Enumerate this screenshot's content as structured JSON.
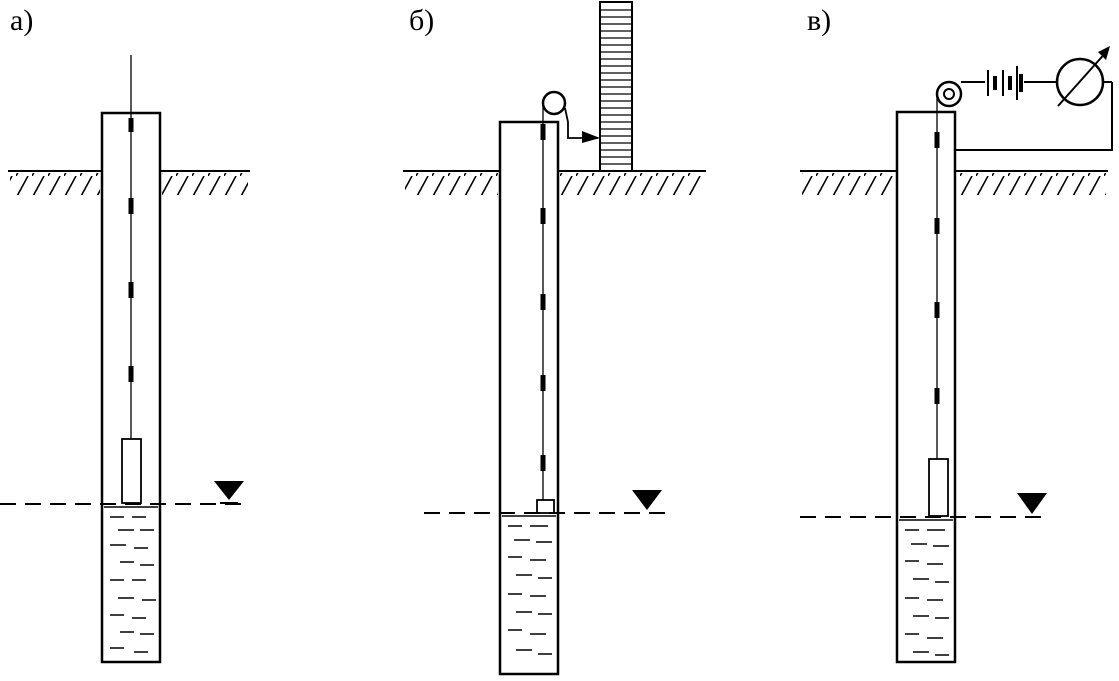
{
  "panels": [
    {
      "id": "a",
      "label": "а)"
    },
    {
      "id": "b",
      "label": "б)"
    },
    {
      "id": "c",
      "label": "в)"
    }
  ],
  "colors": {
    "ink": "#000000",
    "paper": "#ffffff"
  },
  "symbols": {
    "water_level": "water-level-triangle-icon",
    "battery": "battery-icon",
    "meter": "meter-gauge-icon",
    "pulley": "pulley-icon"
  }
}
